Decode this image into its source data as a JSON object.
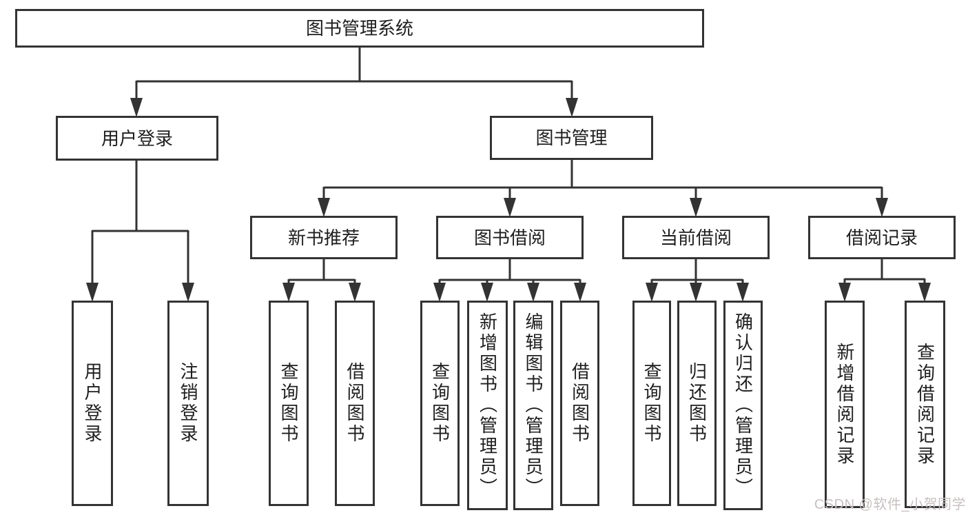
{
  "diagram": {
    "root": {
      "label": "图书管理系统"
    },
    "branches": [
      {
        "label": "用户登录",
        "children": [
          {
            "label": "用户登录"
          },
          {
            "label": "注销登录"
          }
        ]
      },
      {
        "label": "图书管理",
        "children": [
          {
            "label": "新书推荐",
            "children": [
              {
                "label": "查询图书"
              },
              {
                "label": "借阅图书"
              }
            ]
          },
          {
            "label": "图书借阅",
            "children": [
              {
                "label": "查询图书"
              },
              {
                "label": "新增图书（管理员）"
              },
              {
                "label": "编辑图书（管理员）"
              },
              {
                "label": "借阅图书"
              }
            ]
          },
          {
            "label": "当前借阅",
            "children": [
              {
                "label": "查询图书"
              },
              {
                "label": "归还图书"
              },
              {
                "label": "确认归还（管理员）"
              }
            ]
          },
          {
            "label": "借阅记录",
            "children": [
              {
                "label": "新增借阅记录"
              },
              {
                "label": "查询借阅记录"
              }
            ]
          }
        ]
      }
    ]
  },
  "watermark": {
    "text": "CSDN @软件_小贺同学",
    "color": "#c8c0c0"
  },
  "colors": {
    "line": "#333333",
    "box_border": "#333333",
    "text": "#1e1e1e",
    "background": "#ffffff"
  }
}
